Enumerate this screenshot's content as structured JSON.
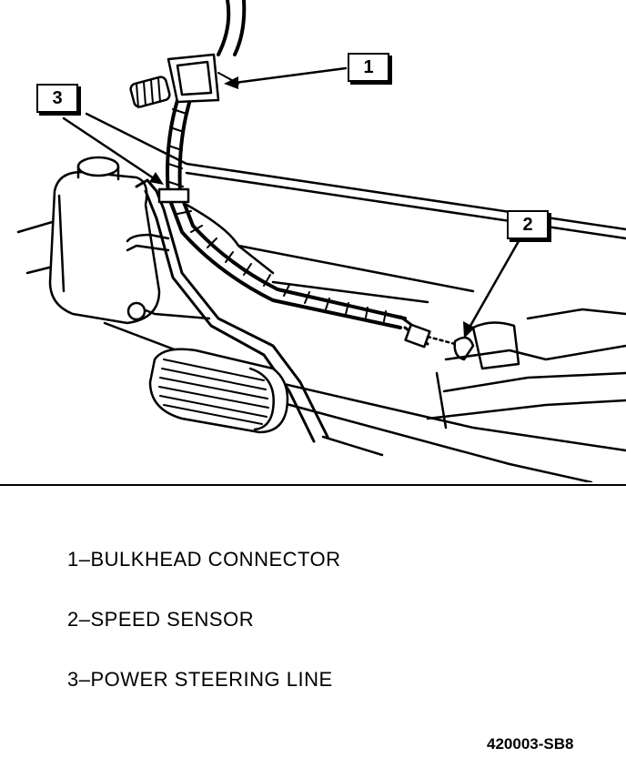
{
  "callouts": [
    {
      "number": "1"
    },
    {
      "number": "2"
    },
    {
      "number": "3"
    }
  ],
  "legend": [
    {
      "text": "1–BULKHEAD CONNECTOR"
    },
    {
      "text": "2–SPEED SENSOR"
    },
    {
      "text": "3–POWER STEERING LINE"
    }
  ],
  "figure_code": "420003-SB8"
}
